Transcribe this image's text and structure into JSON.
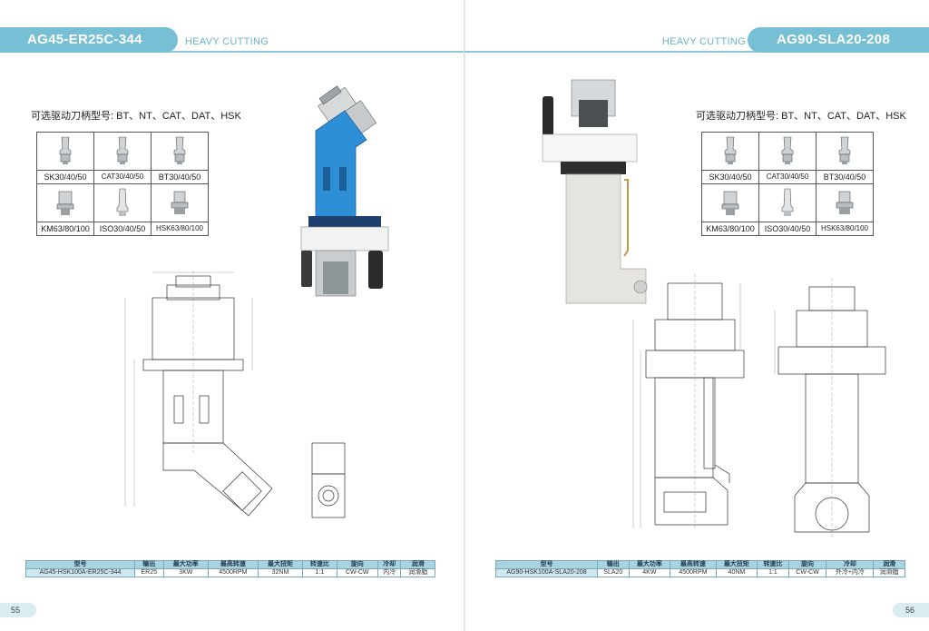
{
  "left": {
    "model_title": "AG45-ER25C-344",
    "subtitle": "HEAVY CUTTING",
    "options_label": "可选驱动刀柄型号: BT、NT、CAT、DAT、HSK",
    "shanks": [
      "SK30/40/50",
      "CAT30/40/50",
      "BT30/40/50",
      "KM63/80/100",
      "ISO30/40/50",
      "HSK63/80/100"
    ],
    "spec_headers": [
      "型号",
      "输出",
      "最大功率",
      "最高转速",
      "最大扭矩",
      "转速比",
      "旋向",
      "冷却",
      "润滑"
    ],
    "spec_row": [
      "AG45-HSK100A-ER25C-344",
      "ER25",
      "3KW",
      "4500RPM",
      "32NM",
      "1:1",
      "CW-CW",
      "内冷",
      "润滑脂"
    ],
    "page_number": "55",
    "body_color": "#2f8fd6"
  },
  "right": {
    "model_title": "AG90-SLA20-208",
    "subtitle": "HEAVY CUTTING",
    "options_label": "可选驱动刀柄型号: BT、NT、CAT、DAT、HSK",
    "shanks": [
      "SK30/40/50",
      "CAT30/40/50",
      "BT30/40/50",
      "KM63/80/100",
      "ISO30/40/50",
      "HSK63/80/100"
    ],
    "spec_headers": [
      "型号",
      "输出",
      "最大功率",
      "最高转速",
      "最大扭矩",
      "转速比",
      "旋向",
      "冷却",
      "润滑"
    ],
    "spec_row": [
      "AG90-HSK100A-SLA20-208",
      "SLA20",
      "4KW",
      "4500RPM",
      "40NM",
      "1:1",
      "CW-CW",
      "外冷+内冷",
      "润滑脂"
    ],
    "page_number": "56",
    "body_color": "#e6e4de"
  },
  "accent_color": "#76bfd4"
}
